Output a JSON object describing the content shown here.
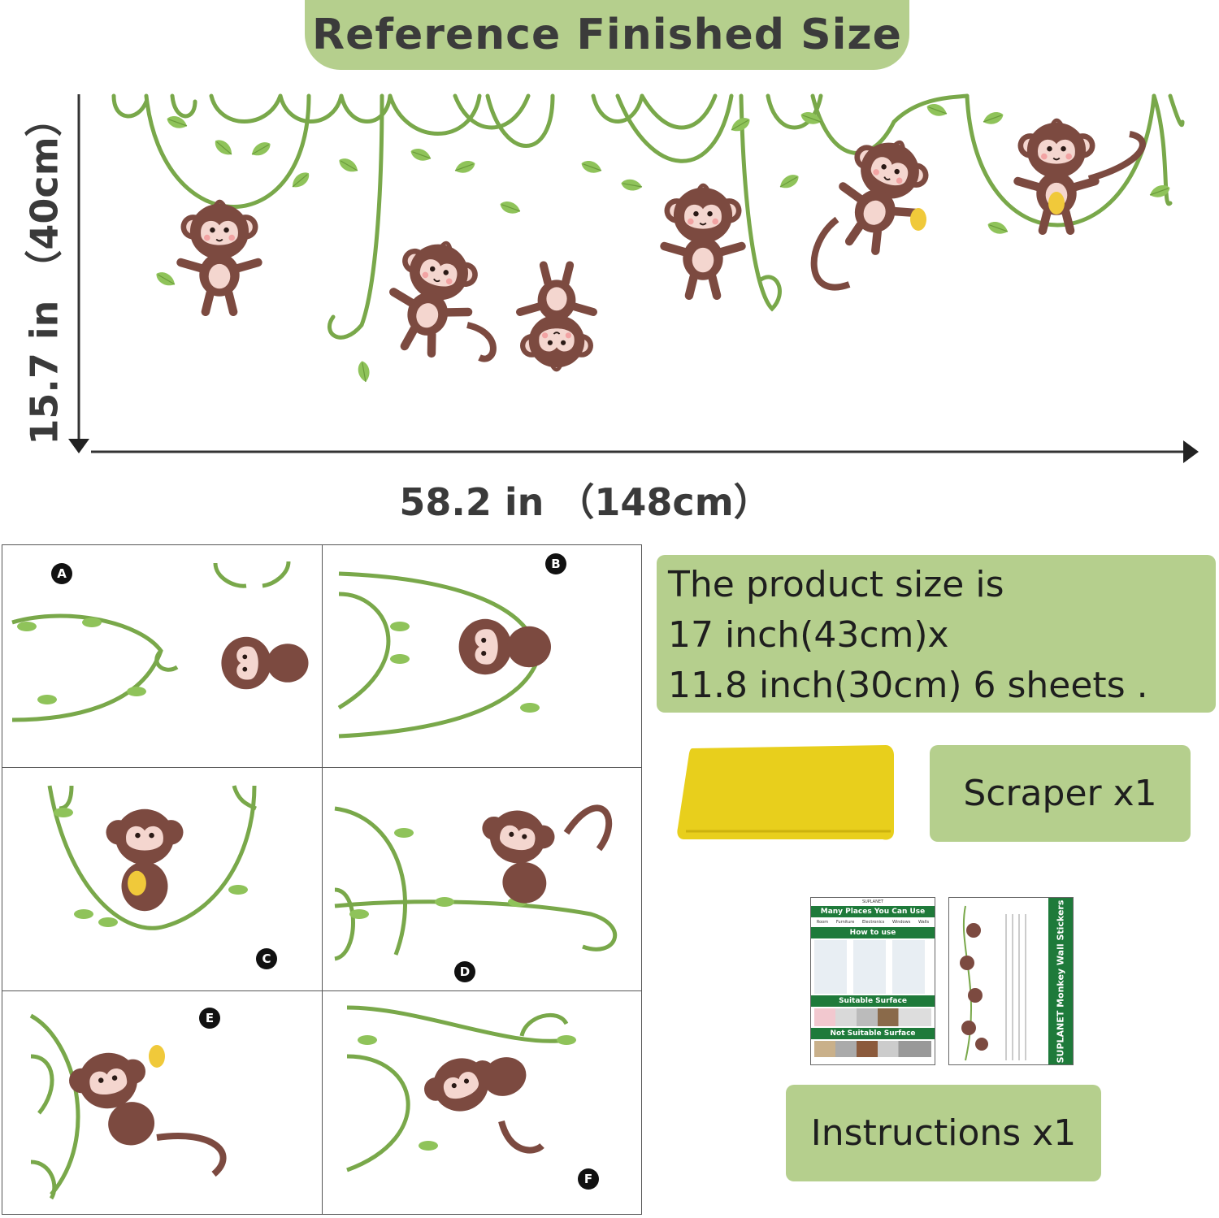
{
  "title": "Reference Finished Size",
  "dimensions": {
    "height_label": "15.7 in   （40cm）",
    "width_label": "58.2 in   （148cm）"
  },
  "product_size_lines": [
    "The product size is",
    "17 inch(43cm)x",
    "11.8 inch(30cm) 6 sheets ."
  ],
  "scraper_label": "Scraper  x1",
  "instructions_label": "Instructions x1",
  "sheet_markers": [
    "A",
    "B",
    "C",
    "D",
    "E",
    "F"
  ],
  "instruction_card": {
    "brand": "SUPLANET",
    "heading_places": "Many Places You Can Use",
    "places": [
      "Room",
      "Furniture",
      "Electronics",
      "Windows",
      "Walls"
    ],
    "heading_how": "How to use",
    "heading_suitable": "Suitable Surface",
    "heading_not_suitable": "Not Suitable Surface"
  },
  "instruction_card2": {
    "sidebar_text": "SUPLANET  Monkey Wall Stickers"
  },
  "colors": {
    "accent_green": "#b5cf8d",
    "vine_green": "#79a84a",
    "leaf_green": "#8fc35a",
    "monkey_brown": "#7c4a40",
    "monkey_face": "#f4d6cf",
    "scraper_yellow": "#e8cf1c",
    "card_green": "#1e7a3a"
  }
}
